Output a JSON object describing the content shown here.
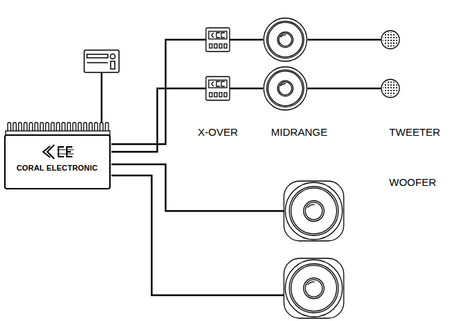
{
  "diagram": {
    "nodes": [
      {
        "text": [
          "CORAL ELECTRONIC"
        ]
      }
    ],
    "labels": [
      "X-OVER",
      "MIDRANGE",
      "TWEETER",
      "WOOFER"
    ]
  }
}
